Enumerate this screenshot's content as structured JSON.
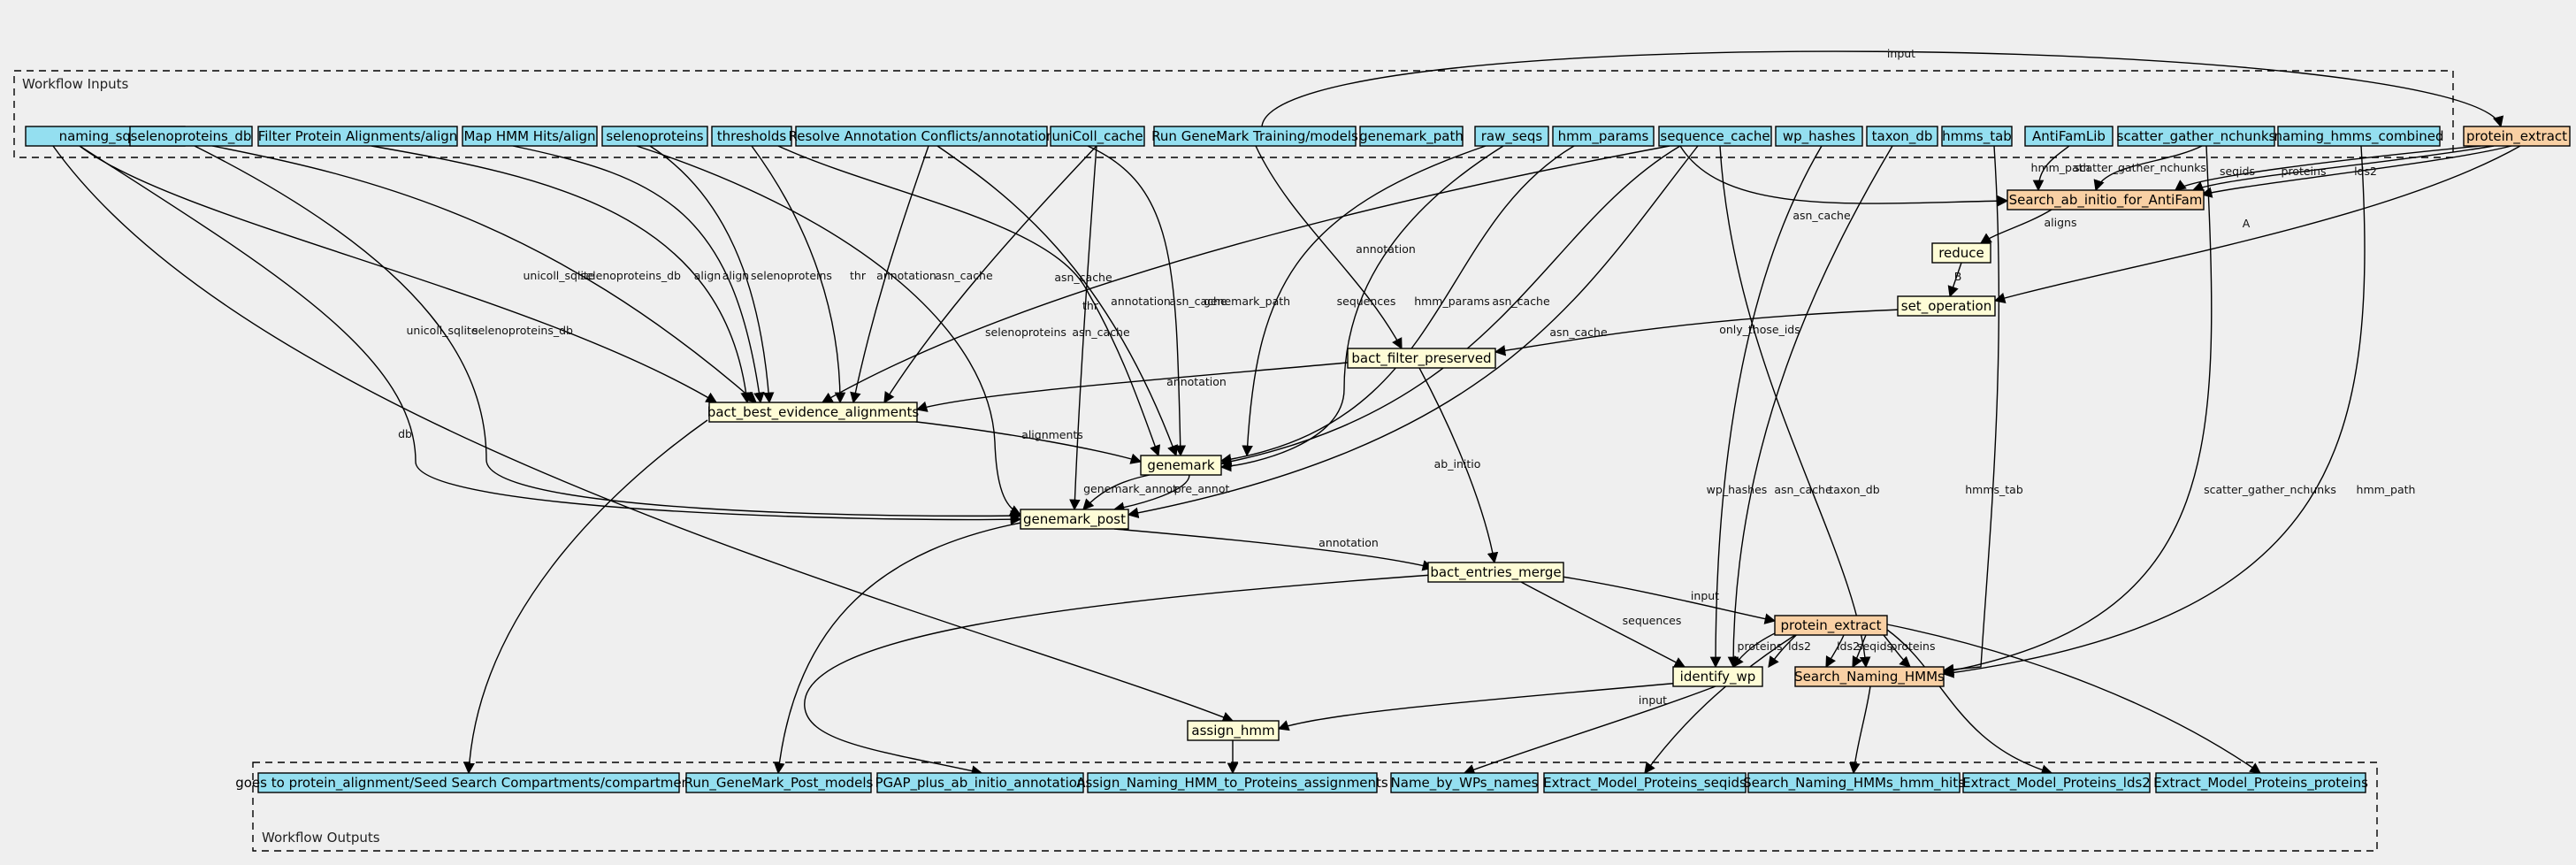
{
  "clusters": {
    "inputs": "Workflow Inputs",
    "outputs": "Workflow Outputs"
  },
  "colors": {
    "input": "#94dff0",
    "step": "#fefcd6",
    "subworkflow": "#f9d0a4",
    "output": "#94dff0",
    "background": "#efefef",
    "stroke": "#000000"
  },
  "nodes": {
    "naming_sqlite": "naming_sqlite",
    "selenoproteins_db": "selenoproteins_db",
    "filter_protein_alignments": "Filter Protein Alignments/align",
    "map_hmm_hits": "Map HMM Hits/align",
    "selenoproteins": "selenoproteins",
    "thresholds": "thresholds",
    "resolve_annotation": "Resolve Annotation Conflicts/annotation",
    "unicoll_cache": "uniColl_cache",
    "run_genemark_training": "Run GeneMark Training/models",
    "genemark_path": "genemark_path",
    "raw_seqs": "raw_seqs",
    "hmm_params": "hmm_params",
    "sequence_cache": "sequence_cache",
    "wp_hashes": "wp_hashes",
    "taxon_db": "taxon_db",
    "hmms_tab": "hmms_tab",
    "antifamlib": "AntiFamLib",
    "scatter_gather_nchunks": "scatter_gather_nchunks",
    "naming_hmms_combined": "naming_hmms_combined",
    "protein_extract_top": "protein_extract",
    "search_ab_initio": "Search_ab_initio_for_AntiFam",
    "reduce": "reduce",
    "set_operation": "set_operation",
    "bact_filter_preserved": "bact_filter_preserved",
    "bact_best_evidence": "bact_best_evidence_alignments",
    "genemark": "genemark",
    "genemark_post": "genemark_post",
    "bact_entries_merge": "bact_entries_merge",
    "protein_extract_mid": "protein_extract",
    "identify_wp": "identify_wp",
    "search_naming_hmms": "Search_Naming_HMMs",
    "assign_hmm": "assign_hmm",
    "out_compartments": "goes to protein_alignment/Seed Search Compartments/compartments",
    "out_run_genemark": "Run_GeneMark_Post_models",
    "out_pgap": "PGAP_plus_ab_initio_annotation",
    "out_assign_naming": "Assign_Naming_HMM_to_Proteins_assignments",
    "out_name_by_wps": "Name_by_WPs_names",
    "out_extract_seqids": "Extract_Model_Proteins_seqids",
    "out_search_hits": "Search_Naming_HMMs_hmm_hits",
    "out_extract_lds2": "Extract_Model_Proteins_lds2",
    "out_extract_proteins": "Extract_Model_Proteins_proteins"
  },
  "edge_labels": {
    "input_top": "input",
    "asn_cache_antifam": "asn_cache",
    "hmm_path_antifam": "hmm_path",
    "scatter_antifam": "scatter_gather_nchunks",
    "seqids_antifam": "seqids",
    "proteins_antifam": "proteins",
    "lds2_antifam": "lds2",
    "aligns": "aligns",
    "a_label": "A",
    "b_label": "B",
    "only_those_ids": "only_those_ids",
    "annotation_filter": "annotation",
    "annotation_into_best": "annotation",
    "unicoll_sqlite_best": "unicoll_sqlite",
    "selenoproteins_db_best": "selenoproteins_db",
    "align_1": "align",
    "align_2": "align",
    "selenoproteins_best": "selenoproteins",
    "thr_best": "thr",
    "annotation_best": "annotation",
    "asn_cache_best": "asn_cache",
    "asn_cache_best_2": "asn_cache",
    "unicoll_sqlite_post": "unicoll_sqlite",
    "selenoproteins_db_post": "selenoproteins_db",
    "db_assign": "db",
    "selenoproteins_post": "selenoproteins",
    "thr_genemark": "thr",
    "annotation_genemark": "annotation",
    "asn_cache_post": "asn_cache",
    "asn_cache_genemark": "asn_cache",
    "genemark_path": "genemark_path",
    "sequences_genemark": "sequences",
    "hmm_params": "hmm_params",
    "asn_cache_genemark_2": "asn_cache",
    "asn_cache_post_2": "asn_cache",
    "alignments": "alignments",
    "genemark_annot": "genemark_annot",
    "pre_annot": "pre_annot",
    "ab_initio": "ab_initio",
    "annotation_merge": "annotation",
    "input_mid": "input",
    "sequences_identify": "sequences",
    "wp_hashes": "wp_hashes",
    "asn_cache_naming": "asn_cache",
    "taxon_db": "taxon_db",
    "hmms_tab": "hmms_tab",
    "scatter_naming": "scatter_gather_nchunks",
    "hmm_path_naming": "hmm_path",
    "proteins_identify": "proteins",
    "lds2_identify": "lds2",
    "lds2_naming": "lds2",
    "seqids_naming": "seqids",
    "proteins_naming": "proteins",
    "input_assign": "input"
  }
}
